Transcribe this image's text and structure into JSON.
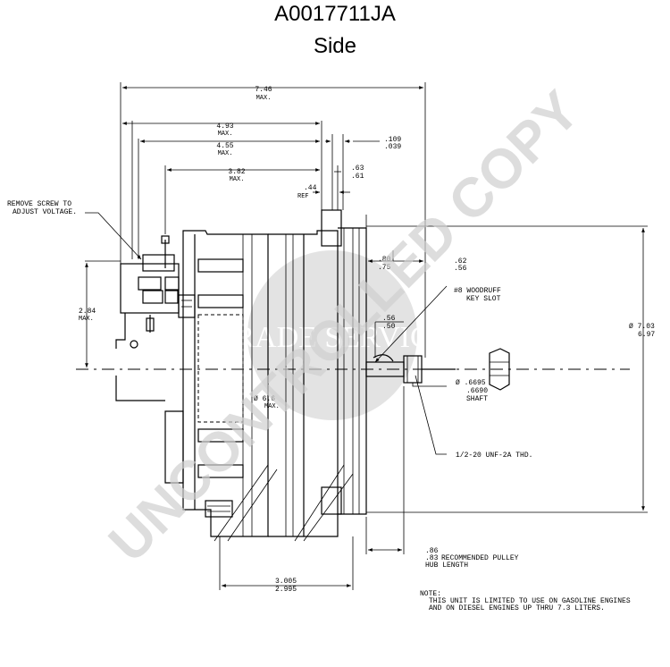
{
  "title": {
    "part_number": "A0017711JA",
    "view": "Side"
  },
  "watermark": {
    "uncontrolled": "UNCONTROLLED COPY",
    "trade_service": "TRADE SERVICE",
    "color": "#d0d0d0"
  },
  "dimensions": {
    "overall_max": {
      "value": "7.46",
      "qualifier": "MAX."
    },
    "d_4_93": {
      "value": "4.93",
      "qualifier": "MAX."
    },
    "d_4_55": {
      "value": "4.55",
      "qualifier": "MAX."
    },
    "d_3_82": {
      "value": "3.82",
      "qualifier": "MAX."
    },
    "d_109": {
      "upper": ".109",
      "lower": ".039"
    },
    "d_63": {
      "upper": ".63",
      "lower": ".61"
    },
    "d_44": {
      "value": ".44",
      "qualifier": "REF"
    },
    "d_80": {
      "upper": ".80",
      "lower": ".75"
    },
    "d_62": {
      "upper": ".62",
      "lower": ".56"
    },
    "d_56": {
      "upper": ".56",
      "lower": ".50"
    },
    "d_2_84": {
      "value": "2.84",
      "qualifier": "MAX."
    },
    "d_703": {
      "upper": "Ø 7.03",
      "lower": "6.97"
    },
    "d_6_6": {
      "value": "Ø 6.6",
      "qualifier": "MAX."
    },
    "shaft": {
      "line1": "Ø .6695",
      "line2": ".6690",
      "line3": "SHAFT"
    },
    "thread": "1/2-20 UNF-2A THD.",
    "keyslot": {
      "line1": "#8 WOODRUFF",
      "line2": "KEY SLOT"
    },
    "remove_screw": {
      "line1": "REMOVE SCREW TO",
      "line2": "ADJUST VOLTAGE."
    },
    "pulley": {
      "upper": ".86",
      "lower": ".83",
      "text1": "RECOMMENDED PULLEY",
      "text2": "HUB LENGTH"
    },
    "d_3_005": {
      "upper": "3.005",
      "lower": "2.995"
    }
  },
  "note": {
    "heading": "NOTE:",
    "line1": "THIS UNIT IS LIMITED TO USE ON GASOLINE ENGINES",
    "line2": "AND ON DIESEL ENGINES UP THRU 7.3 LITERS."
  }
}
